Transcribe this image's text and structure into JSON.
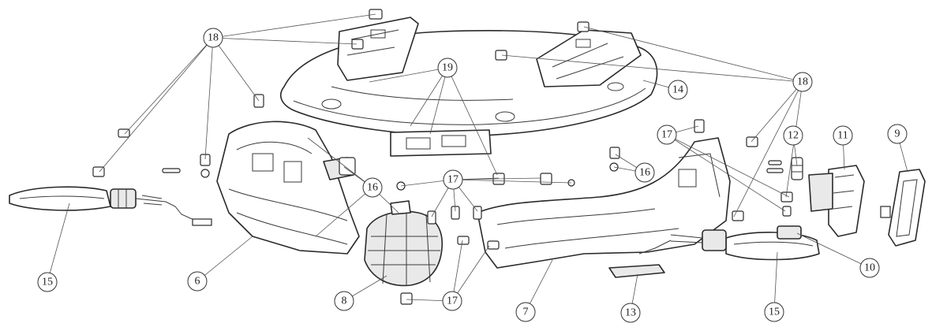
{
  "callouts": {
    "c15a": "15",
    "c6": "6",
    "c8": "8",
    "c17a": "17",
    "c7": "7",
    "c13": "13",
    "c15b": "15",
    "c10": "10",
    "c18a": "18",
    "c19": "19",
    "c14": "14",
    "c18b": "18",
    "c17b": "17",
    "c12": "12",
    "c11": "11",
    "c9": "9",
    "c16a": "16",
    "c17c": "17",
    "c16b": "16"
  }
}
